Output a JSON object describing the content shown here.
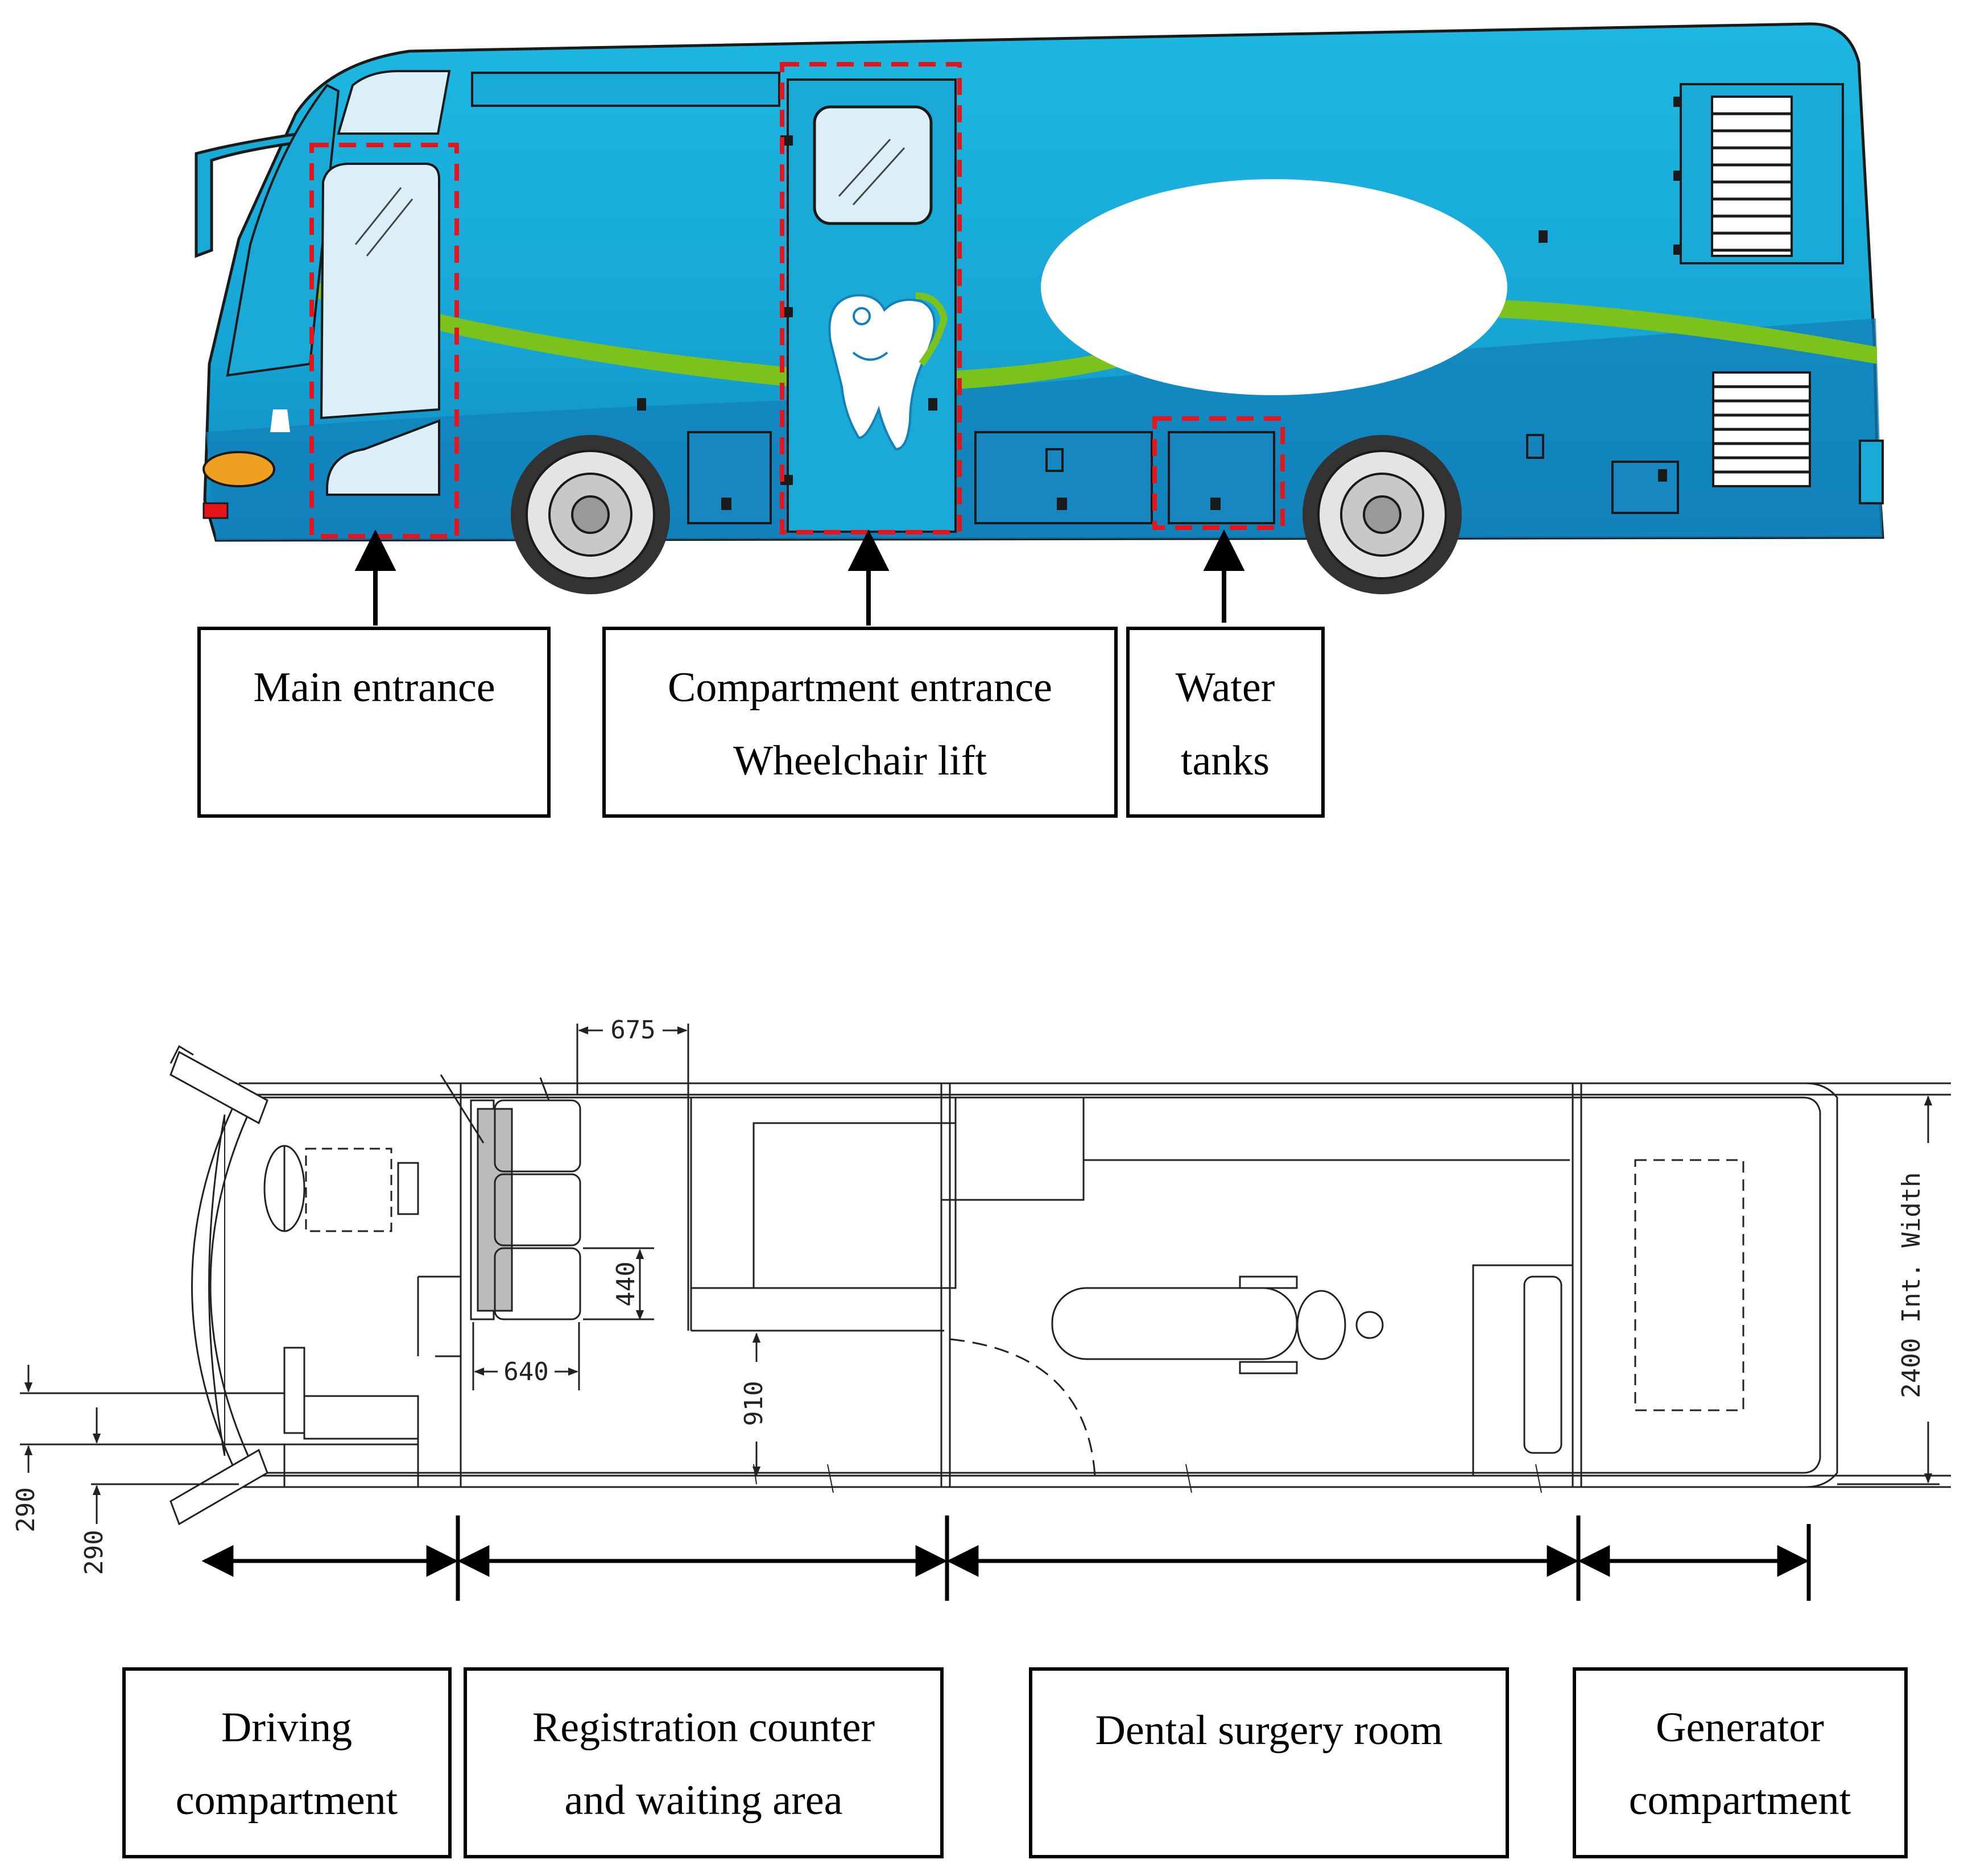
{
  "bus_exterior": {
    "colors": {
      "body": "#1aaad8",
      "body_dark": "#1180b8",
      "stripe": "#7cc21c",
      "outline": "#1a1a1a",
      "callout_dash": "#e8141c",
      "window": "#dceef7"
    },
    "icons": [
      "tooth-mascot-icon",
      "wheel-icon",
      "headlight-icon",
      "vent-grille-icon"
    ],
    "callouts": [
      {
        "id": "main",
        "lines": [
          "Main entrance",
          ""
        ]
      },
      {
        "id": "compartment",
        "lines": [
          "Compartment entrance",
          "Wheelchair lift"
        ]
      },
      {
        "id": "water",
        "lines": [
          "Water",
          "tanks"
        ]
      }
    ]
  },
  "floor_plan": {
    "dimensions": {
      "d675": "675",
      "d640": "640",
      "d440": "440",
      "d910": "910",
      "d290a": "290",
      "d290b": "290",
      "width": "2400 Int. Width"
    },
    "zones": [
      {
        "id": "driving",
        "lines": [
          "Driving",
          "compartment"
        ]
      },
      {
        "id": "registration",
        "lines": [
          "Registration counter",
          "and waiting area"
        ]
      },
      {
        "id": "dental",
        "lines": [
          "Dental surgery room",
          ""
        ]
      },
      {
        "id": "generator",
        "lines": [
          "Generator",
          "compartment"
        ]
      }
    ]
  }
}
